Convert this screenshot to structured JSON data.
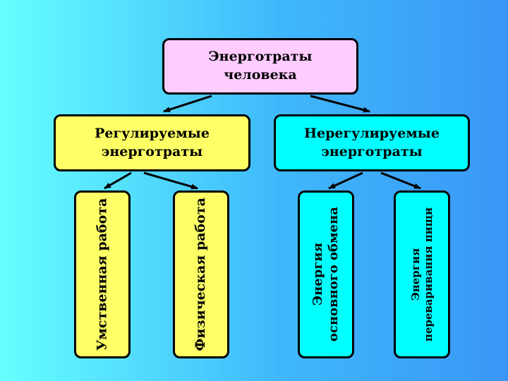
{
  "diagram": {
    "root": {
      "line1": "Энерготраты",
      "line2": "человека"
    },
    "regulated": {
      "line1": "Регулируемые",
      "line2": "энерготраты"
    },
    "unregulated": {
      "line1": "Нерегулируемые",
      "line2": "энерготраты"
    },
    "mental_work": "Умственная работа",
    "physical_work": "Физическая работа",
    "basal_metabolism": {
      "line1": "Энергия",
      "line2": "основного обмена"
    },
    "food_digestion": {
      "line1": "Энергия",
      "line2": "переваривания пищи"
    },
    "colors": {
      "root": "#ffccff",
      "regulated": "#ffff66",
      "unregulated": "#00ffff"
    }
  }
}
